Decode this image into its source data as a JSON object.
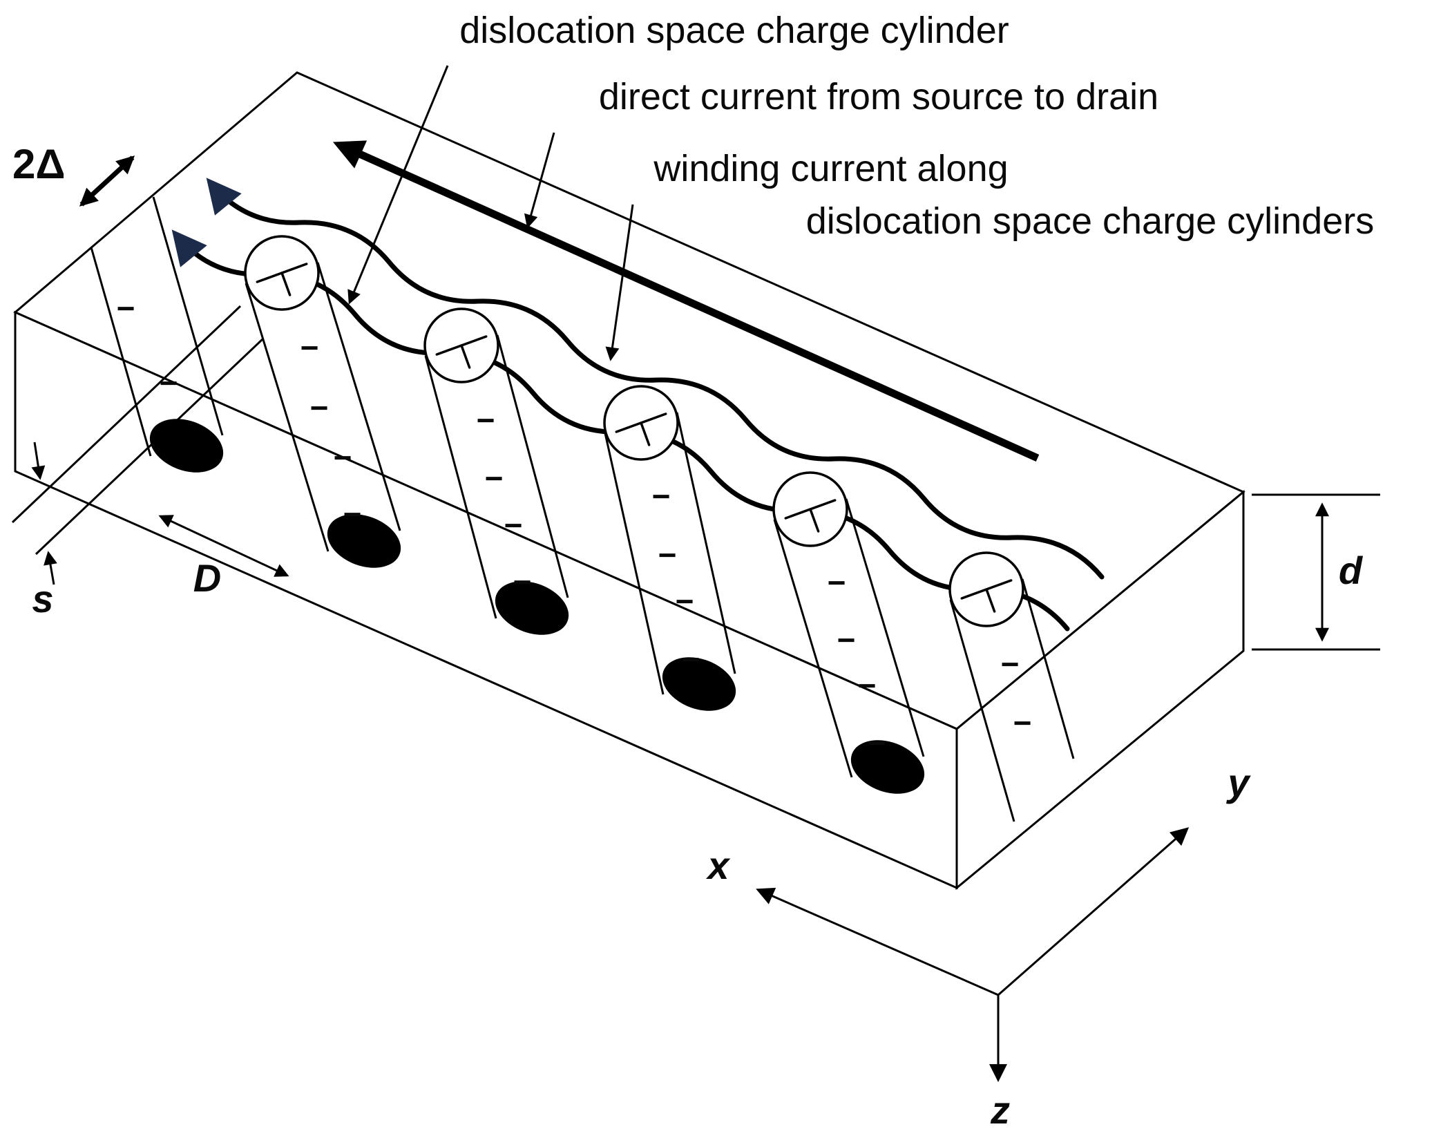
{
  "figure": {
    "labels": {
      "cylinder_label": "dislocation space charge cylinder",
      "direct_current_label": "direct current from source to drain",
      "winding_line1": "winding current along",
      "winding_line2": "dislocation space charge cylinders",
      "amplitude": "2Δ",
      "thickness": "d",
      "spacing": "D",
      "gap": "s",
      "axis_x": "x",
      "axis_y": "y",
      "axis_z": "z"
    },
    "charge_sign": "−",
    "colors": {
      "line": "#000000",
      "winding_arrowhead": "#1c2b4a",
      "background": "#ffffff"
    }
  }
}
